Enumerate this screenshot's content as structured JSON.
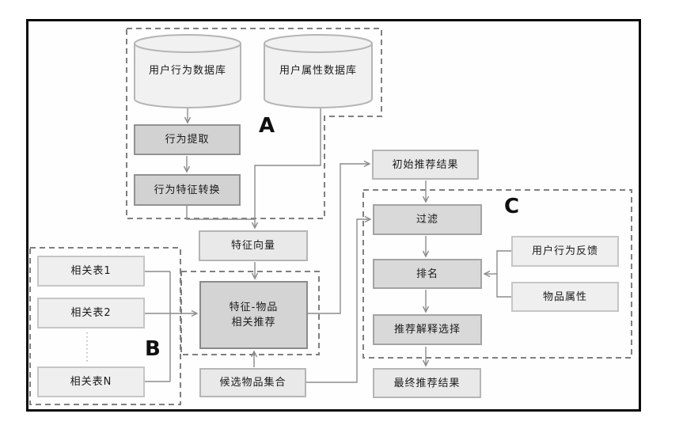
{
  "diagram": {
    "group_labels": {
      "a": "A",
      "b": "B",
      "c": "C"
    },
    "nodes": {
      "user_behavior_db": "用户行为数据库",
      "user_attr_db": "用户属性数据库",
      "behavior_extract": "行为提取",
      "behavior_feature_convert": "行为特征转换",
      "feature_vector": "特征向量",
      "related_table_1": "相关表1",
      "related_table_2": "相关表2",
      "related_table_n": "相关表N",
      "feature_item_rec_line1": "特征-物品",
      "feature_item_rec_line2": "相关推荐",
      "candidate_item_set": "候选物品集合",
      "initial_rec_result": "初始推荐结果",
      "filter": "过滤",
      "ranking": "排名",
      "rec_explain_select": "推荐解释选择",
      "final_rec_result": "最终推荐结果",
      "user_behavior_feedback": "用户行为反馈",
      "item_attr": "物品属性"
    },
    "colors": {
      "frame_border": "#0a0a0a",
      "dashed_group": "#7f7f7f",
      "connector": "#8c8c8c",
      "box_light_fill": "#e9e9e9",
      "box_medium_fill": "#d2d2d2",
      "box_hub_fill": "#d4d4d4",
      "cylinder_fill": "#f1f1f1"
    }
  }
}
